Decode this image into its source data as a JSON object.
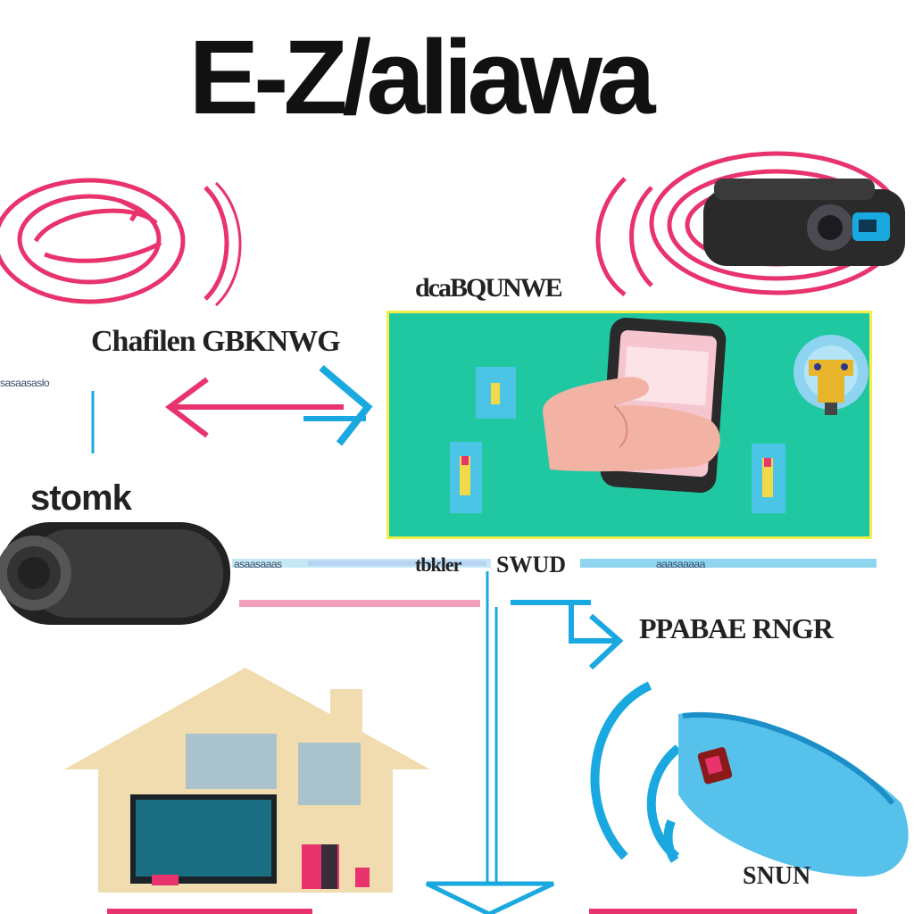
{
  "title": "E-Z/aliawa",
  "labels": {
    "top_center": "dcaBQUNWE",
    "left_arrows": "Chafilen GBKNWG",
    "left_edge": "sasaasaslo",
    "streamer": "stomk",
    "bar_small": "asaasaaas",
    "mid_bar_prefix": "tbkler",
    "mid_bar_main": "SWUD",
    "right_bar_small": "aaasaaaaa",
    "right_label": "PPABAE RNGR",
    "bottom_right": "SNUN"
  },
  "colors": {
    "pink": "#e8336d",
    "blue": "#1aa8e0",
    "panel_green": "#1fc8a0",
    "panel_border": "#f4ee48",
    "house": "#f0dcae",
    "device_dark": "#2a2a2a"
  },
  "icons": [
    "pink-wifi-rings-icon",
    "camera-device-icon",
    "double-arrow-icon",
    "phone-hand-icon",
    "lightbulb-icon",
    "speaker-cylinder-icon",
    "house-icon",
    "router-device-icon"
  ]
}
